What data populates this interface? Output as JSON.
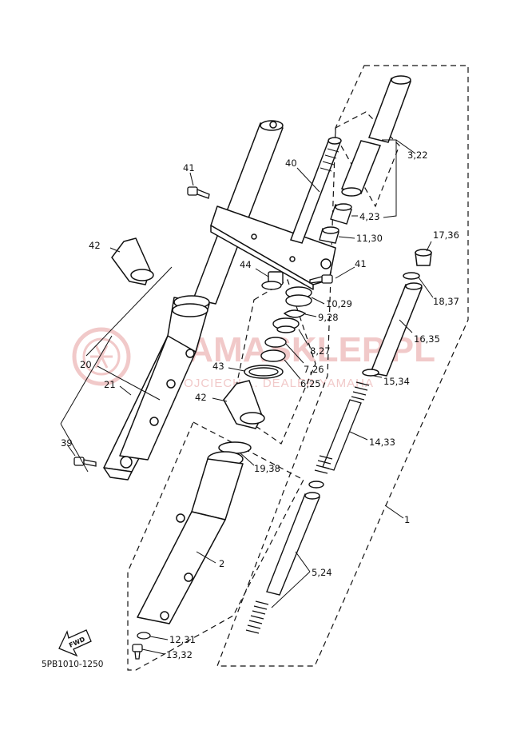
{
  "watermark": {
    "brand": "YAMASKLEP.PL",
    "subtitle": "WOJCIECH ... DEALER YAMAHA"
  },
  "diagram_code": "5PB1010-1250",
  "fwd_label": "FWD",
  "callouts": [
    {
      "id": "c-3-22",
      "text": "3,22"
    },
    {
      "id": "c-40",
      "text": "40"
    },
    {
      "id": "c-41a",
      "text": "41"
    },
    {
      "id": "c-4-23",
      "text": "4,23"
    },
    {
      "id": "c-11-30",
      "text": "11,30"
    },
    {
      "id": "c-17-36",
      "text": "17,36"
    },
    {
      "id": "c-42a",
      "text": "42"
    },
    {
      "id": "c-44",
      "text": "44"
    },
    {
      "id": "c-41b",
      "text": "41"
    },
    {
      "id": "c-18-37",
      "text": "18,37"
    },
    {
      "id": "c-10-29",
      "text": "10,29"
    },
    {
      "id": "c-9-28",
      "text": "9,28"
    },
    {
      "id": "c-16-35",
      "text": "16,35"
    },
    {
      "id": "c-8-27",
      "text": "8,27"
    },
    {
      "id": "c-20",
      "text": "20"
    },
    {
      "id": "c-7-26",
      "text": "7,26"
    },
    {
      "id": "c-43",
      "text": "43"
    },
    {
      "id": "c-15-34",
      "text": "15,34"
    },
    {
      "id": "c-21",
      "text": "21"
    },
    {
      "id": "c-6-25",
      "text": "6,25"
    },
    {
      "id": "c-42b",
      "text": "42"
    },
    {
      "id": "c-14-33",
      "text": "14,33"
    },
    {
      "id": "c-39",
      "text": "39"
    },
    {
      "id": "c-19-38",
      "text": "19,38"
    },
    {
      "id": "c-1",
      "text": "1"
    },
    {
      "id": "c-2",
      "text": "2"
    },
    {
      "id": "c-5-24",
      "text": "5,24"
    },
    {
      "id": "c-12-31",
      "text": "12,31"
    },
    {
      "id": "c-13-32",
      "text": "13,32"
    }
  ]
}
